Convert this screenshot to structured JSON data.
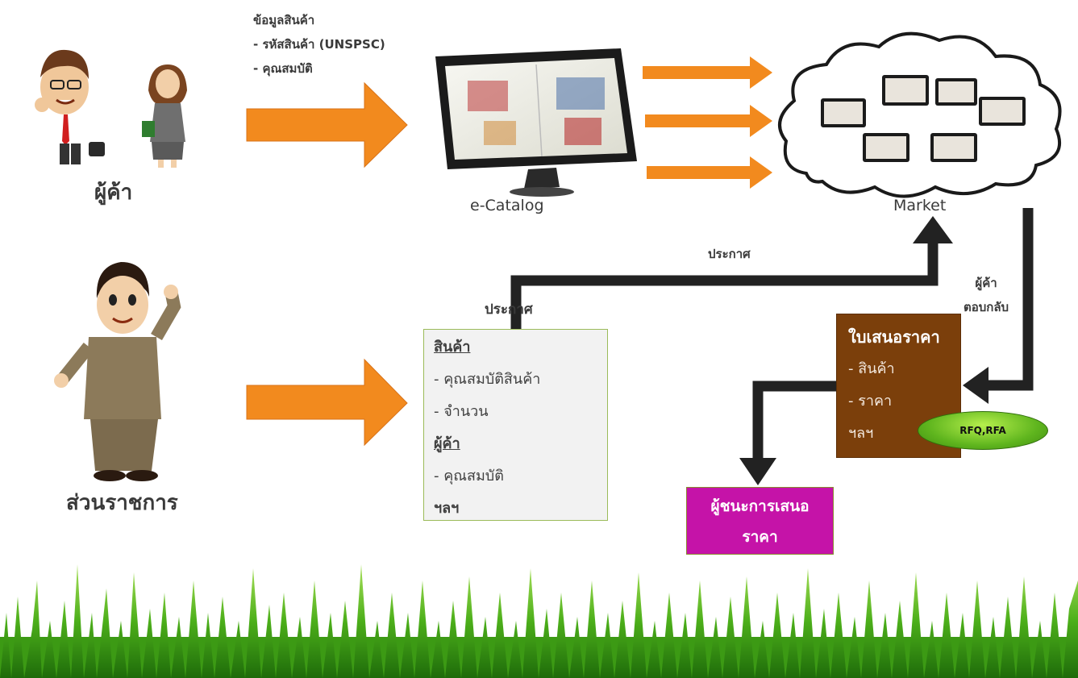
{
  "vendor": {
    "label": "ผู้ค้า"
  },
  "product_info": {
    "title": "ข้อมูลสินค้า",
    "items": [
      "- รหัสสินค้า (UNSPSC)",
      "- คุณสมบัติ"
    ]
  },
  "ecatalog": {
    "label": "e-Catalog"
  },
  "market": {
    "label": "Market"
  },
  "government": {
    "label": "ส่วนราชการ"
  },
  "announce_top": "ประกาศ",
  "announce_box": "ประกาศ",
  "vendor_reply": {
    "line1": "ผู้ค้า",
    "line2": "ตอบกลับ"
  },
  "spec_box": {
    "product_heading": "สินค้า",
    "product_items": [
      "- คุณสมบัติสินค้า",
      "- จำนวน"
    ],
    "vendor_heading": "ผู้ค้า",
    "vendor_items": [
      "- คุณสมบัติ"
    ],
    "etc": "ฯลฯ"
  },
  "quote_box": {
    "title": "ใบเสนอราคา",
    "items": [
      "- สินค้า",
      "- ราคา",
      "ฯลฯ"
    ]
  },
  "rfq_badge": "RFQ,RFA",
  "winner_box": {
    "line1": "ผู้ชนะการเสนอ",
    "line2": "ราคา"
  },
  "colors": {
    "arrow_orange": "#f28a1e",
    "quote_brown": "#7b3f0b",
    "winner_magenta": "#c513a8",
    "connector": "#222222",
    "grass_green": "#4caf1a"
  }
}
